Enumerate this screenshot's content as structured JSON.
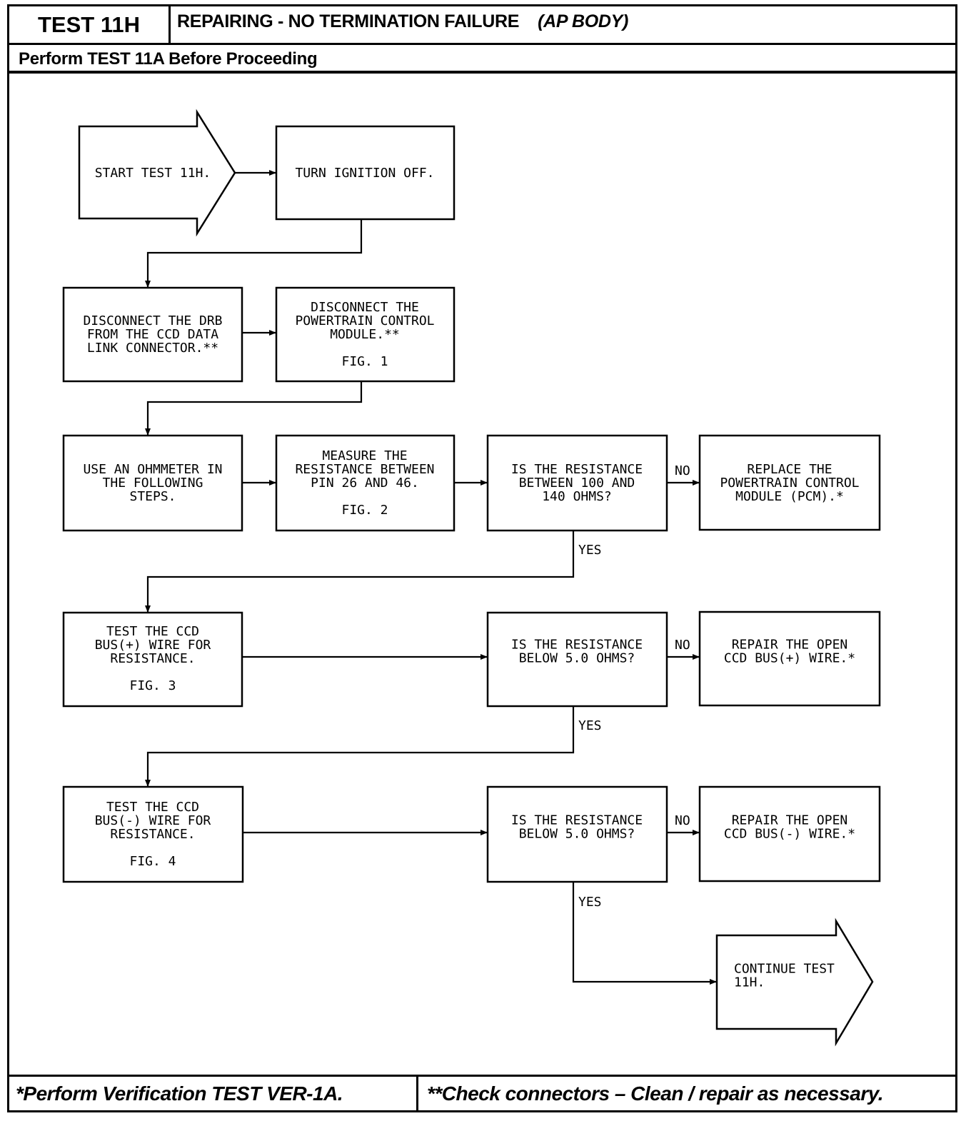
{
  "header": {
    "test_id": "TEST 11H",
    "title": "REPAIRING - NO TERMINATION FAILURE",
    "title_qualifier": "(AP BODY)",
    "subtitle": "Perform TEST 11A Before Proceeding"
  },
  "flow": {
    "start": [
      "START TEST 11H."
    ],
    "ignition": [
      "TURN IGNITION OFF."
    ],
    "disconnect_drb": [
      "DISCONNECT THE DRB",
      "FROM THE CCD DATA",
      "LINK CONNECTOR.**"
    ],
    "disconnect_pcm": [
      "DISCONNECT THE",
      "POWERTRAIN CONTROL",
      "MODULE.**",
      "FIG. 1"
    ],
    "use_ohmmeter": [
      "USE AN OHMMETER IN",
      "THE FOLLOWING",
      "STEPS."
    ],
    "measure": [
      "MEASURE THE",
      "RESISTANCE BETWEEN",
      "PIN 26 AND 46.",
      "FIG. 2"
    ],
    "q_100_140": [
      "IS THE RESISTANCE",
      "BETWEEN 100 AND",
      "140 OHMS?"
    ],
    "replace_pcm": [
      "REPLACE THE",
      "POWERTRAIN CONTROL",
      "MODULE (PCM).*"
    ],
    "test_bus_plus": [
      "TEST THE CCD",
      "BUS(+) WIRE FOR",
      "RESISTANCE.",
      "FIG. 3"
    ],
    "q_plus": [
      "IS THE RESISTANCE",
      "BELOW 5.0 OHMS?"
    ],
    "repair_plus": [
      "REPAIR THE OPEN",
      "CCD BUS(+) WIRE.*"
    ],
    "test_bus_minus": [
      "TEST THE CCD",
      "BUS(-) WIRE FOR",
      "RESISTANCE.",
      "FIG. 4"
    ],
    "q_minus": [
      "IS THE RESISTANCE",
      "BELOW 5.0 OHMS?"
    ],
    "repair_minus": [
      "REPAIR THE OPEN",
      "CCD BUS(-) WIRE.*"
    ],
    "continue": [
      "CONTINUE TEST",
      "11H."
    ]
  },
  "labels": {
    "no": "NO",
    "yes": "YES"
  },
  "footer": {
    "left": "*Perform Verification TEST VER-1A.",
    "right": "**Check connectors – Clean / repair as necessary."
  }
}
